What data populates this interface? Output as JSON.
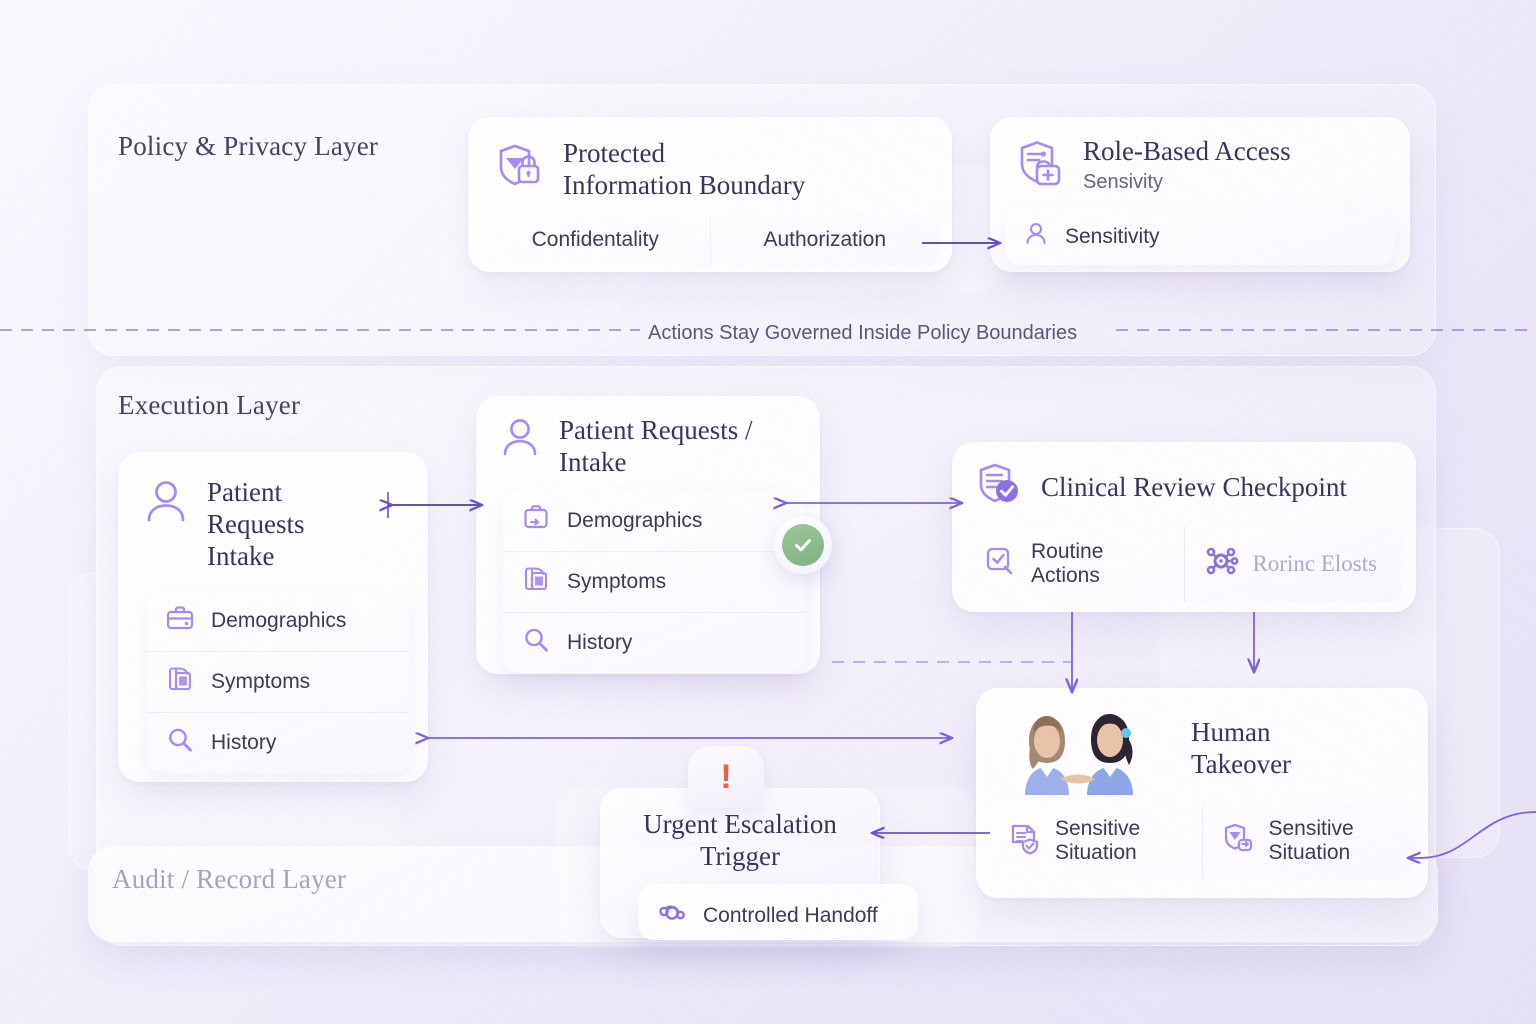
{
  "theme": {
    "accent": "#6b4fd8",
    "accent_soft": "#a78bf0",
    "title_color": "#3d3356",
    "background": "#ece7f8",
    "alert": "#ef5f46",
    "success": "#7fb37f"
  },
  "layers": {
    "policy": {
      "title": "Policy & Privacy Layer"
    },
    "execution": {
      "title": "Execution Layer"
    },
    "audit": {
      "title": "Audit / Record Layer"
    }
  },
  "divider": {
    "label": "Actions Stay Governed Inside Policy Boundaries"
  },
  "cards": {
    "protected_info": {
      "icon": "shield-lock-icon",
      "title_line1": "Protected",
      "title_line2": "Information Boundary",
      "chips": [
        {
          "label": "Confidentality"
        },
        {
          "label": "Authorization"
        }
      ]
    },
    "role_based_access": {
      "icon": "shield-user-add-icon",
      "title": "Role-Based Access",
      "subtitle": "Sensivity",
      "rows": [
        {
          "icon": "person-icon",
          "label": "Sensitivity"
        }
      ]
    },
    "patient_requests_left": {
      "icon": "person-icon",
      "title_line1": "Patient",
      "title_line2": "Requests",
      "title_line3": "Intake",
      "rows": [
        {
          "icon": "briefcase-icon",
          "label": "Demographics"
        },
        {
          "icon": "book-icon",
          "label": "Symptoms"
        },
        {
          "icon": "magnifier-icon",
          "label": "History"
        }
      ]
    },
    "patient_requests_intake": {
      "icon": "person-icon",
      "title_line1": "Patient Requests /",
      "title_line2": "Intake",
      "rows": [
        {
          "icon": "clipboard-icon",
          "label": "Demographics"
        },
        {
          "icon": "book-icon",
          "label": "Symptoms"
        },
        {
          "icon": "magnifier-icon",
          "label": "History"
        }
      ],
      "badge": "check-badge"
    },
    "clinical_review": {
      "icon": "shield-document-check-icon",
      "title": "Clinical Review Checkpoint",
      "chips": [
        {
          "icon": "checkbox-search-icon",
          "label_line1": "Routine",
          "label_line2": "Actions"
        },
        {
          "icon": "network-node-icon",
          "label": "Rorinc Elosts"
        }
      ]
    },
    "human_takeover": {
      "illustration": "two-people-illustration",
      "title_line1": "Human",
      "title_line2": "Takeover",
      "chips": [
        {
          "icon": "document-shield-icon",
          "label_line1": "Sensitive",
          "label_line2": "Situation"
        },
        {
          "icon": "shield-swap-icon",
          "label_line1": "Sensitive",
          "label_line2": "Situation"
        }
      ]
    },
    "urgent_escalation": {
      "alert_icon": "exclamation-icon",
      "title_line1": "Urgent Escalation",
      "title_line2": "Trigger",
      "rows": [
        {
          "icon": "handoff-icon",
          "label": "Controlled Handoff"
        }
      ]
    }
  }
}
